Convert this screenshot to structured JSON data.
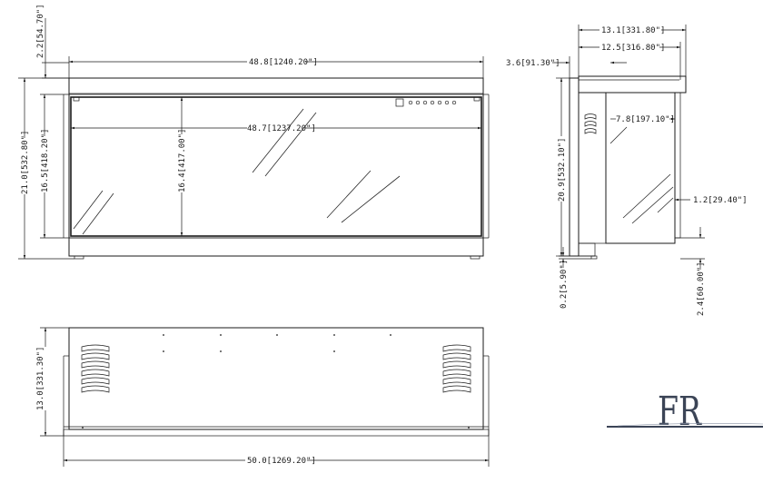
{
  "front_view": {
    "top_depth": "2.2[54.70\"]",
    "overall_width": "48.8[1240.20\"]",
    "overall_height": "21.0[532.80\"]",
    "panel_height": "16.5[418.20\"]",
    "glass_width": "48.7[1237.20\"]",
    "glass_height": "16.4[417.00\"]"
  },
  "side_view": {
    "total_depth": "13.1[331.80\"]",
    "top_depth": "12.5[316.80\"]",
    "offset_depth": "3.6[91.30\"]",
    "height": "20.9[532.10\"]",
    "inner_depth": "7.8[197.10\"]",
    "lip_depth": "1.2[29.40\"]",
    "foot_height": "0.2[5.90\"]",
    "base_height": "2.4[60.00\"]"
  },
  "top_view": {
    "depth": "13.0[331.30\"]",
    "width": "50.0[1269.20\"]"
  },
  "brand": {
    "logo_text": "FR"
  }
}
